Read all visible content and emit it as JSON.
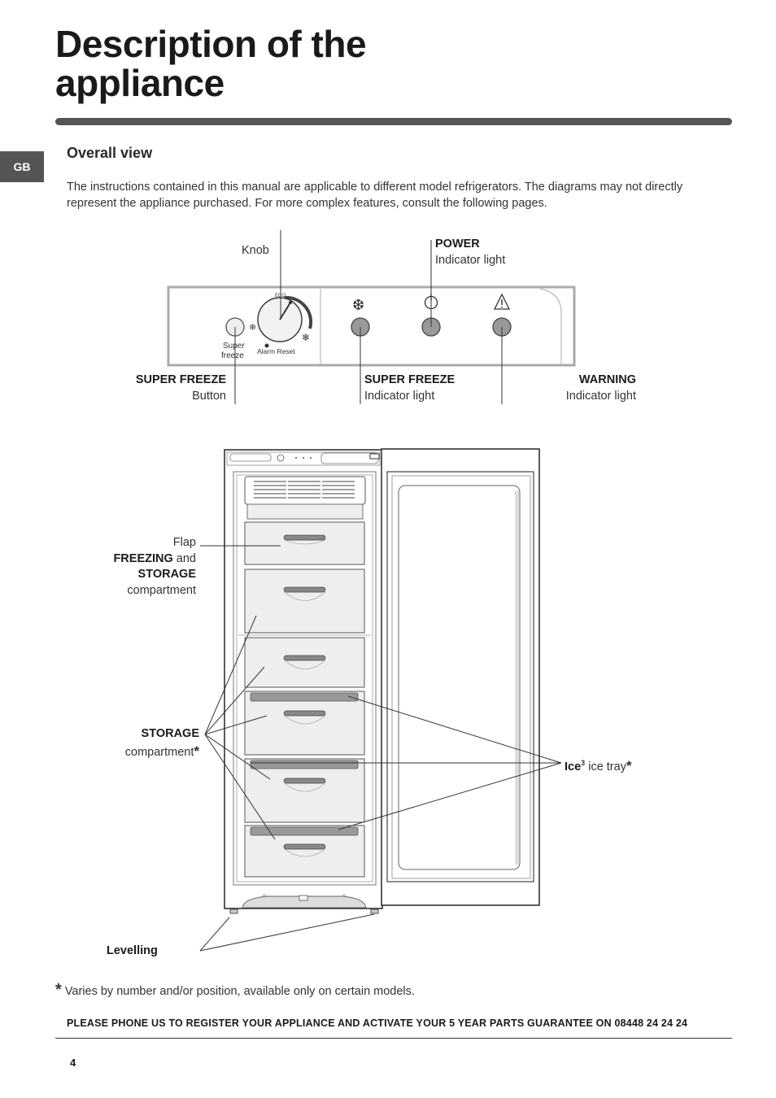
{
  "page": {
    "title": "Description of the appliance",
    "language_tab": "GB",
    "section_heading": "Overall view",
    "intro": "The instructions contained in this manual are applicable to different model refrigerators. The diagrams may not directly represent the appliance purchased. For more complex features, consult the following pages."
  },
  "control_panel": {
    "knob_label": "Knob",
    "power_title": "POWER",
    "power_sub": "Indicator light",
    "super_freeze_button_title": "SUPER FREEZE",
    "super_freeze_button_sub": "Button",
    "super_freeze_light_title": "SUPER FREEZE",
    "super_freeze_light_sub": "Indicator light",
    "warning_title": "WARNING",
    "warning_sub": "Indicator light",
    "panel_text_super": "Super",
    "panel_text_freeze": "freeze",
    "panel_text_alarm_reset": "Alarm Reset",
    "panel_text_eco": "ECO"
  },
  "appliance": {
    "flap_label": "Flap",
    "freezing_bold": "FREEZING",
    "and_word": "and",
    "storage_bold": "STORAGE",
    "compartment_word": "compartment",
    "storage2_bold": "STORAGE",
    "compartment2_word": "compartment",
    "asterisk": "*",
    "ice_bold": "Ice",
    "ice_superscript": "3",
    "ice_rest": "ice tray",
    "levelling_label": "Levelling"
  },
  "footer": {
    "footnote_asterisk": "*",
    "footnote": "Varies by number and/or position, available only on certain models.",
    "phone_note": "PLEASE PHONE US TO REGISTER YOUR APPLIANCE AND ACTIVATE YOUR 5 YEAR PARTS GUARANTEE ON 08448 24 24 24",
    "page_number": "4"
  }
}
